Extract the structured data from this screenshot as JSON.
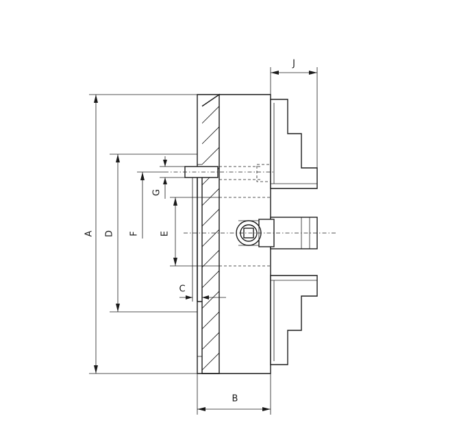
{
  "labels": {
    "A": "A",
    "B": "B",
    "C": "C",
    "D": "D",
    "E": "E",
    "F": "F",
    "G": "G",
    "J": "J"
  }
}
